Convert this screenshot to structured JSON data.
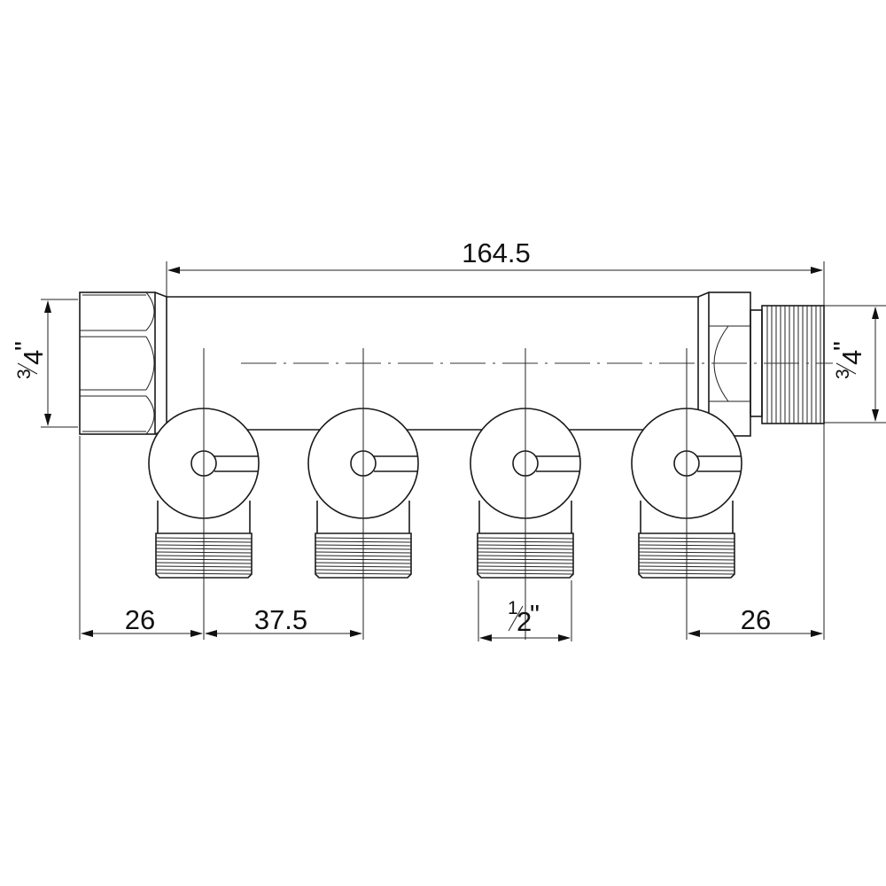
{
  "drawing": {
    "overall_length": "164.5",
    "inlet_size": {
      "num": "3",
      "den": "4",
      "unit": "\""
    },
    "outlet_size": {
      "num": "1",
      "den": "2",
      "unit": "\""
    },
    "dim_left_offset": "26",
    "dim_pitch": "37.5",
    "dim_right_offset": "26",
    "outlet_count": 4,
    "line_color": "#1a1a1a"
  }
}
